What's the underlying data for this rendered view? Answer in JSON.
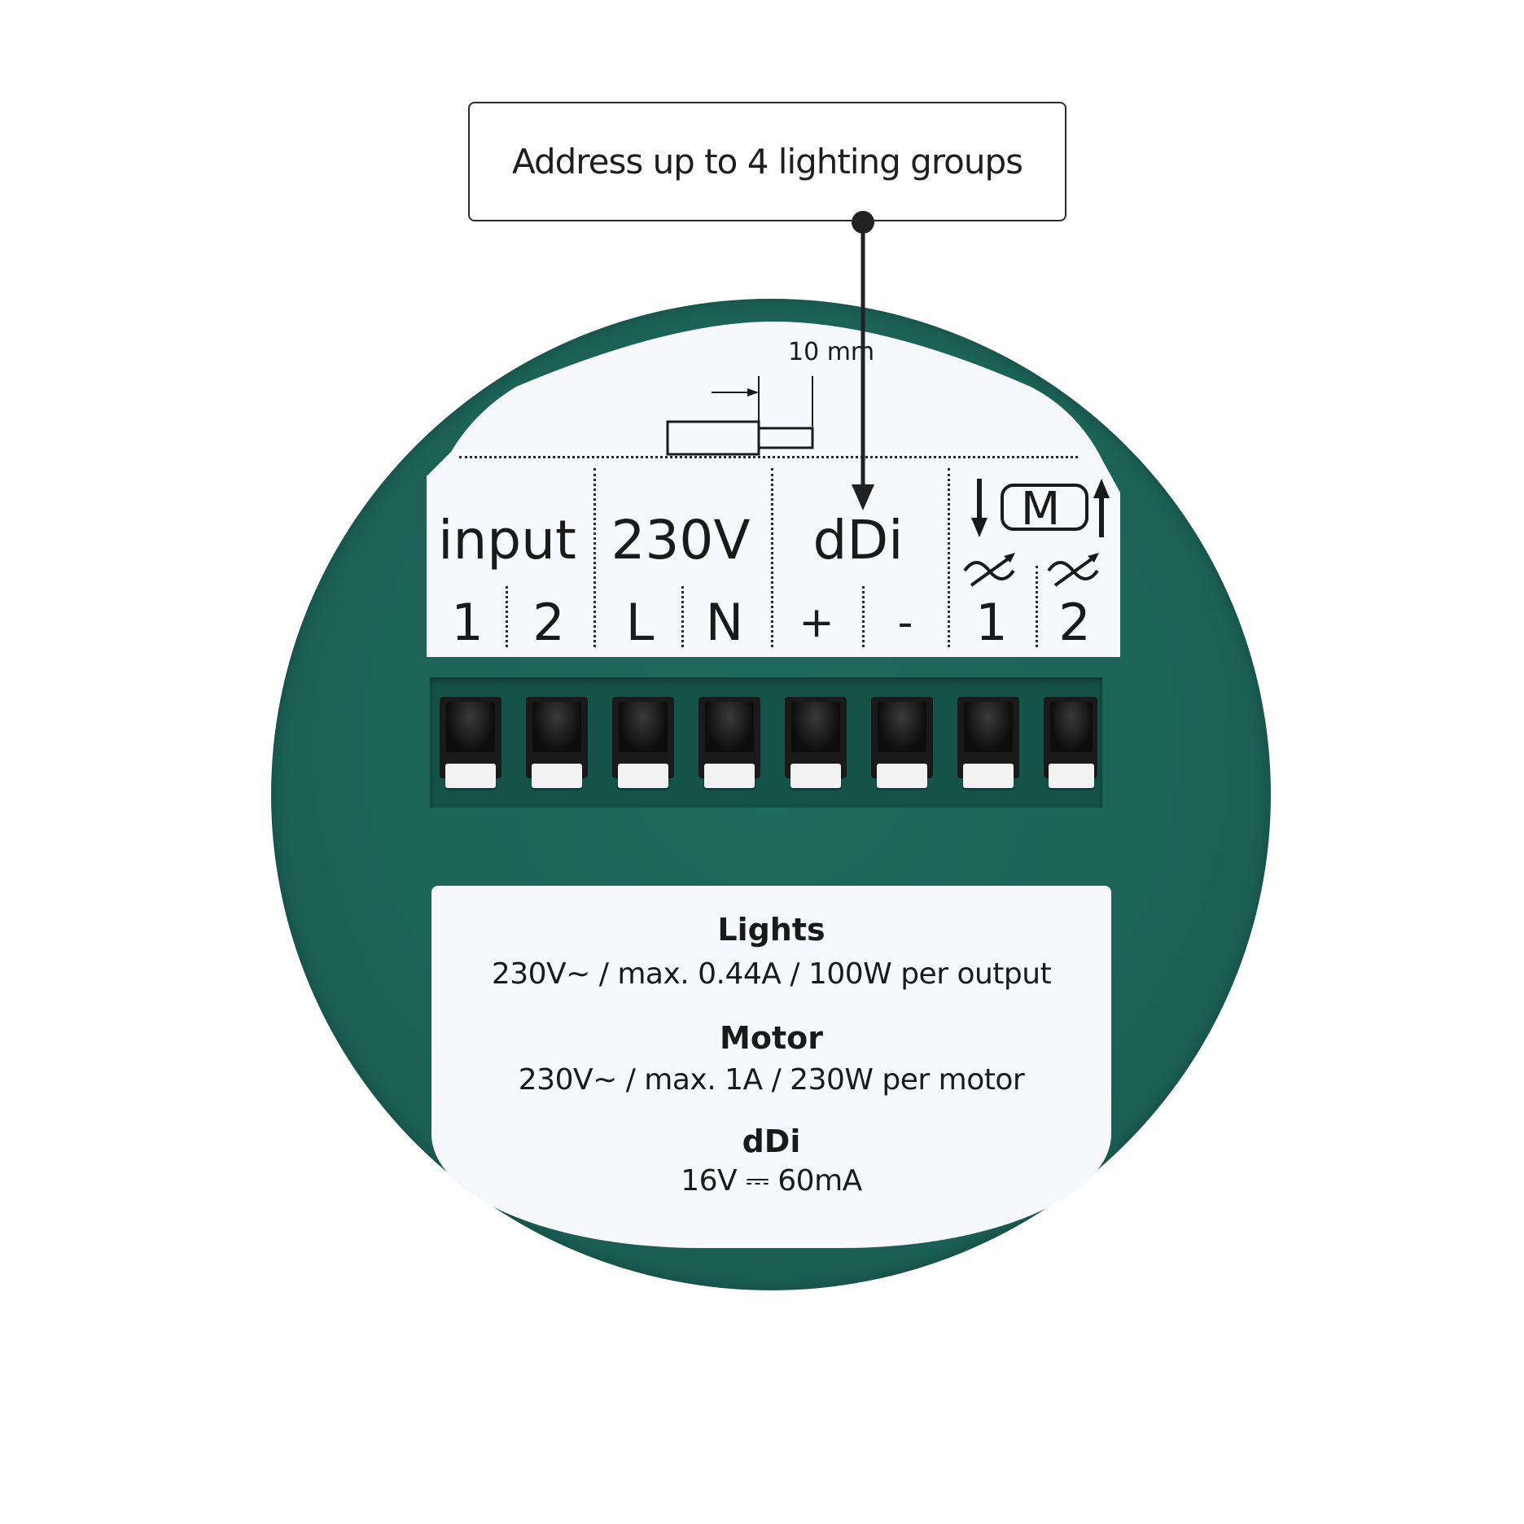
{
  "callout": {
    "text": "Address up to 4 lighting groups"
  },
  "strip_length": {
    "label": "10 mm"
  },
  "terminals": {
    "headers": {
      "input": "input",
      "power": "230V",
      "ddi": "dDi",
      "motor": "M"
    },
    "subs": {
      "input_1": "1",
      "input_2": "2",
      "live": "L",
      "neutral": "N",
      "plus": "+",
      "minus": "-",
      "out_1": "1",
      "out_2": "2"
    }
  },
  "specs": {
    "lights_title": "Lights",
    "lights_line": "230V∼ / max. 0.44A / 100W per output",
    "motor_title": "Motor",
    "motor_line": "230V∼ / max. 1A / 230W per motor",
    "ddi_title": "dDi",
    "ddi_line": "16V ⎓ 60mA"
  },
  "colors": {
    "housing": "#1c6257",
    "label": "#f7f8fb",
    "ink": "#1a1a1a"
  }
}
